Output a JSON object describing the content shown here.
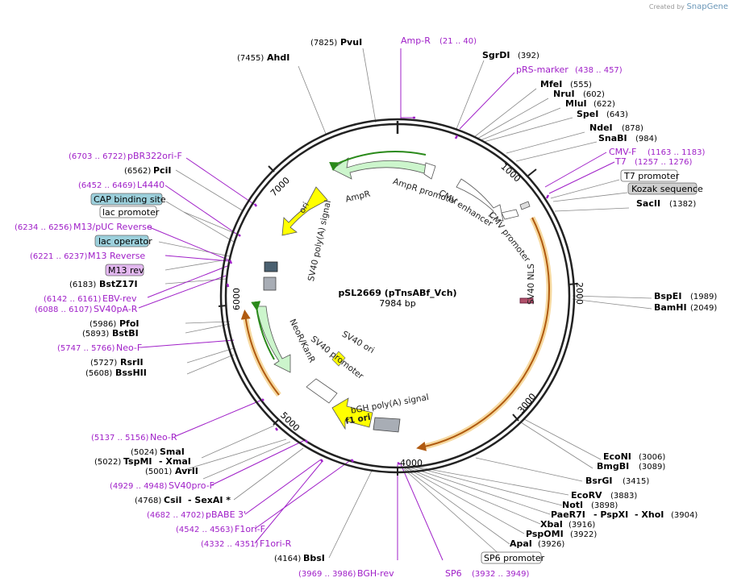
{
  "credit": {
    "prefix": "Created by",
    "brand": "SnapGene"
  },
  "plasmid": {
    "name": "pSL2669 (pTnsABf_Vch)",
    "length": "7984 bp"
  },
  "ticks": [
    "1000",
    "2000",
    "3000",
    "4000",
    "5000",
    "6000",
    "7000"
  ],
  "features_inner": {
    "ampr": "AmpR",
    "ampr_promoter": "AmpR promoter",
    "cmv_enhancer": "CMV enhancer",
    "cmv_promoter": "CMV promoter",
    "sv40_nls": "SV40 NLS",
    "ori": "ori",
    "sv40_polya": "SV40 poly(A) signal",
    "neor": "NeoR/KanR",
    "sv40_promoter": "SV40 promoter",
    "sv40_ori": "SV40 ori",
    "bgh": "bGH poly(A) signal",
    "f1ori": "f1 ori"
  },
  "sites": {
    "ahdi": {
      "pos": "(7455)",
      "name": "AhdI"
    },
    "pvui": {
      "pos": "(7825)",
      "name": "PvuI"
    },
    "ampr_primer": {
      "name": "Amp-R",
      "range": "(21 .. 40)"
    },
    "sgrdi": {
      "name": "SgrDI",
      "pos": "(392)"
    },
    "prs": {
      "name": "pRS-marker",
      "range": "(438 .. 457)"
    },
    "mfei": {
      "name": "MfeI",
      "pos": "(555)"
    },
    "nrui": {
      "name": "NruI",
      "pos": "(602)"
    },
    "mlui": {
      "name": "MluI",
      "pos": "(622)"
    },
    "spei": {
      "name": "SpeI",
      "pos": "(643)"
    },
    "ndei": {
      "name": "NdeI",
      "pos": "(878)"
    },
    "snabi": {
      "name": "SnaBI",
      "pos": "(984)"
    },
    "cmvf": {
      "name": "CMV-F",
      "range": "(1163 .. 1183)"
    },
    "t7": {
      "name": "T7",
      "range": "(1257 .. 1276)"
    },
    "t7prom": {
      "name": "T7 promoter"
    },
    "kozak": {
      "name": "Kozak sequence"
    },
    "sacii": {
      "name": "SacII",
      "pos": "(1382)"
    },
    "bspei": {
      "name": "BspEI",
      "pos": "(1989)"
    },
    "bamhi": {
      "name": "BamHI",
      "pos": "(2049)"
    },
    "econi": {
      "name": "EcoNI",
      "pos": "(3006)"
    },
    "bmgbi": {
      "name": "BmgBI",
      "pos": "(3089)"
    },
    "bsrgi": {
      "name": "BsrGI",
      "pos": "(3415)"
    },
    "ecorv": {
      "name": "EcoRV",
      "pos": "(3883)"
    },
    "noti": {
      "name": "NotI",
      "pos": "(3898)"
    },
    "paer7i": {
      "name": "PaeR7I",
      "sep1": "- PspXI",
      "sep2": "- XhoI",
      "pos": "(3904)"
    },
    "xbai": {
      "name": "XbaI",
      "pos": "(3916)"
    },
    "pspomi": {
      "name": "PspOMI",
      "pos": "(3922)"
    },
    "apai": {
      "name": "ApaI",
      "pos": "(3926)"
    },
    "sp6prom": {
      "name": "SP6 promoter"
    },
    "sp6": {
      "name": "SP6",
      "range": "(3932 .. 3949)"
    },
    "bghrev": {
      "range": "(3969 .. 3986)",
      "name": "BGH-rev"
    },
    "bbsi": {
      "pos": "(4164)",
      "name": "BbsI"
    },
    "f1orir": {
      "range": "(4332 .. 4351)",
      "name": "F1ori-R"
    },
    "f1orif": {
      "range": "(4542 .. 4563)",
      "name": "F1ori-F"
    },
    "pbabe": {
      "range": "(4682 .. 4702)",
      "name": "pBABE 3'"
    },
    "csii": {
      "pos": "(4768)",
      "name": "CsiI",
      "sep": "- SexAI *"
    },
    "sv40prof": {
      "range": "(4929 .. 4948)",
      "name": "SV40pro-F"
    },
    "avrii": {
      "pos": "(5001)",
      "name": "AvrII"
    },
    "tspmi": {
      "pos": "(5022)",
      "name": "TspMI",
      "sep": "- XmaI"
    },
    "smai": {
      "pos": "(5024)",
      "name": "SmaI"
    },
    "neor_primer": {
      "range": "(5137 .. 5156)",
      "name": "Neo-R"
    },
    "bsshii": {
      "pos": "(5608)",
      "name": "BssHII"
    },
    "rsrii": {
      "pos": "(5727)",
      "name": "RsrII"
    },
    "neof": {
      "range": "(5747 .. 5766)",
      "name": "Neo-F"
    },
    "bstbi": {
      "pos": "(5893)",
      "name": "BstBI"
    },
    "pfoi": {
      "pos": "(5986)",
      "name": "PfoI"
    },
    "sv40par": {
      "range": "(6088 .. 6107)",
      "name": "SV40pA-R"
    },
    "ebvrev": {
      "range": "(6142 .. 6161)",
      "name": "EBV-rev"
    },
    "bstz17i": {
      "pos": "(6183)",
      "name": "BstZ17I"
    },
    "m13rev": {
      "name": "M13 rev"
    },
    "m13reverse": {
      "range": "(6221 .. 6237)",
      "name": "M13 Reverse"
    },
    "lacop": {
      "name": "lac operator"
    },
    "m13puc": {
      "range": "(6234 .. 6256)",
      "name": "M13/pUC Reverse"
    },
    "lacprom": {
      "name": "lac promoter"
    },
    "cap": {
      "name": "CAP binding site"
    },
    "l4440": {
      "range": "(6452 .. 6469)",
      "name": "L4440"
    },
    "pcii": {
      "pos": "(6562)",
      "name": "PciI"
    },
    "pbr322": {
      "range": "(6703 .. 6722)",
      "name": "pBR322ori-F"
    }
  },
  "colors": {
    "primer": "#a020c8",
    "ampr": "#ccf5cc",
    "ori": "#ffff00",
    "orf": "#f0a030",
    "backbone": "#222222"
  }
}
